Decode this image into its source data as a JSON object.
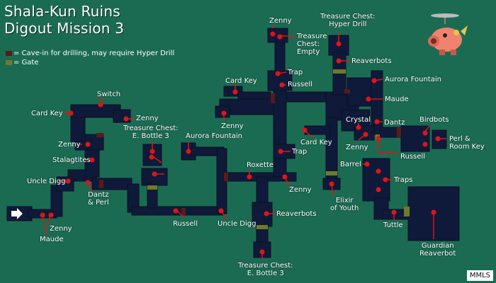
{
  "title_line1": "Shala-Kun Ruins",
  "title_line2": "Digout Mission 3",
  "legend": {
    "cavein": "= Cave-in for drilling, may require Hyper Drill",
    "gate": "= Gate"
  },
  "watermark": "MMLS",
  "colors": {
    "background": "#1b6b52",
    "room": "#0f1a3a",
    "marker": "#e01515",
    "cavein": "#5a1a1a",
    "gate": "#6f7a2a"
  },
  "labels": {
    "zenny_top": "Zenny",
    "chest_empty": "Treasure\nChest:\nEmpty",
    "chest_hyper": "Treasure Chest:\nHyper Drill",
    "reaverbots_top": "Reaverbots",
    "trap_top": "Trap",
    "russell_top": "Russell",
    "aurora_right": "Aurora Fountain",
    "maude_right": "Maude",
    "card_key_mid": "Card Key",
    "zenny_mid": "Zenny",
    "switch": "Switch",
    "card_key_left": "Card Key",
    "zenny_left1": "Zenny",
    "chest_bottle_left": "Treasure Chest:\nE. Bottle 3",
    "zenny_left2": "Zenny",
    "aurora_mid": "Aurora Fountain",
    "stalagtites": "Stalagtites",
    "uncle_digg_left": "Uncle Digg",
    "dantz_perl": "Dantz\n& Perl",
    "zenny_bottom_left": "Zenny",
    "maude_bottom": "Maude",
    "russell_bottom": "Russell",
    "uncle_digg_bottom": "Uncle Digg",
    "roxette": "Roxette",
    "zenny_center": "Zenny",
    "trap_center": "Trap",
    "card_key_center": "Card Key",
    "crystal": "Crystal",
    "zenny_right": "Zenny",
    "dantz": "Dantz",
    "birdbots": "Birdbots",
    "perl_room_key": "Perl &\nRoom Key",
    "russell_right": "Russell",
    "barrel": "Barrel",
    "traps": "Traps",
    "elixir": "Elixir\nof Youth",
    "reaverbots_bottom": "Reaverbots",
    "chest_bottle_bottom": "Treasure Chest:\nE. Bottle 3",
    "tuttle": "Tuttle",
    "guardian": "Guardian\nReaverbot"
  }
}
